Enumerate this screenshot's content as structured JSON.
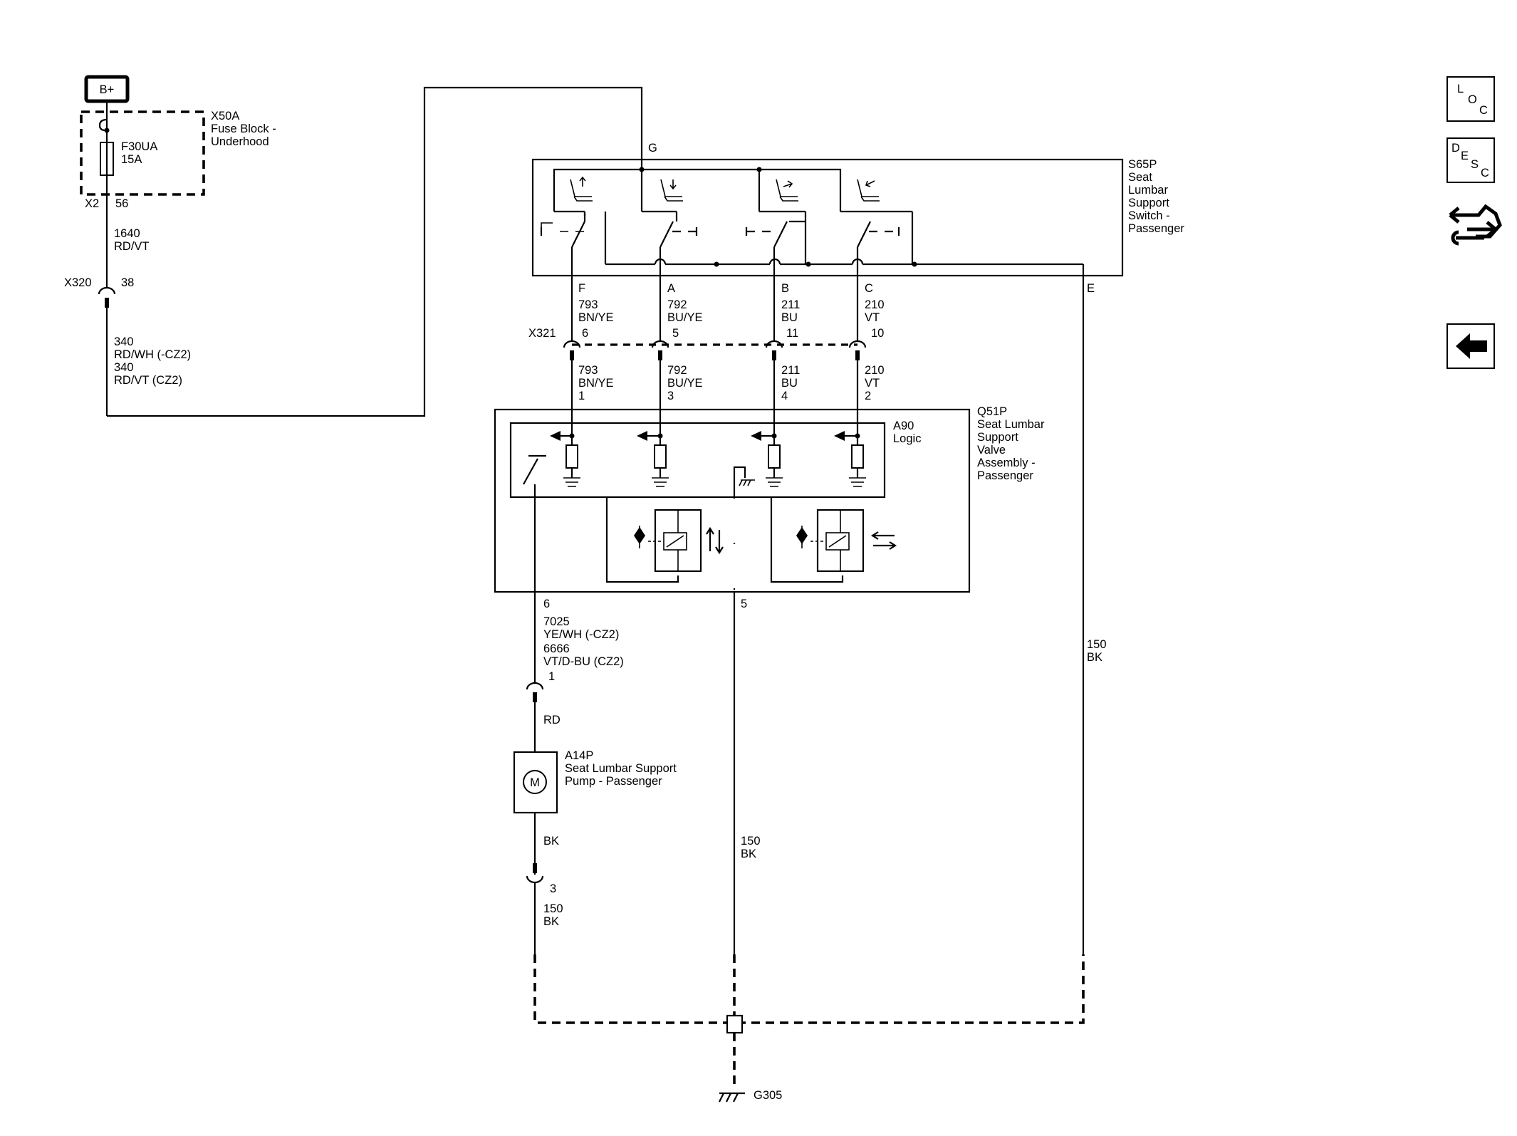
{
  "power": {
    "label": "B+"
  },
  "fuse_block": {
    "id": "X50A",
    "line1": "Fuse Block -",
    "line2": "Underhood",
    "fuse_id": "F30UA",
    "fuse_rating": "15A",
    "connector": "X2",
    "pin": "56"
  },
  "wire_1640": {
    "circuit": "1640",
    "color": "RD/VT"
  },
  "x320": {
    "id": "X320",
    "pin": "38"
  },
  "wire_340": {
    "line1": "340",
    "line2": "RD/WH (-CZ2)",
    "line3": "340",
    "line4": "RD/VT (CZ2)"
  },
  "switch": {
    "id": "S65P",
    "line1": "Seat",
    "line2": "Lumbar",
    "line3": "Support",
    "line4": "Switch -",
    "line5": "Passenger",
    "pin_g": "G",
    "pin_e": "E"
  },
  "switch_pins": [
    {
      "pin": "F",
      "circuit": "793",
      "color": "BN/YE",
      "x321_pin": "6",
      "valve_pin": "1"
    },
    {
      "pin": "A",
      "circuit": "792",
      "color": "BU/YE",
      "x321_pin": "5",
      "valve_pin": "3"
    },
    {
      "pin": "B",
      "circuit": "211",
      "color": "BU",
      "x321_pin": "11",
      "valve_pin": "4"
    },
    {
      "pin": "C",
      "circuit": "210",
      "color": "VT",
      "x321_pin": "10",
      "valve_pin": "2"
    }
  ],
  "x321": {
    "id": "X321"
  },
  "valve": {
    "id": "Q51P",
    "line1": "Seat Lumbar",
    "line2": "Support",
    "line3": "Valve",
    "line4": "Assembly -",
    "line5": "Passenger",
    "logic_id": "A90",
    "logic_label": "Logic",
    "pin_out": "6",
    "pin_gnd": "5"
  },
  "wire_7025": {
    "line1": "7025",
    "line2": "YE/WH (-CZ2)",
    "line3": "6666",
    "line4": "VT/D-BU (CZ2)",
    "pump_pin": "1",
    "pump_wire": "RD"
  },
  "pump": {
    "id": "A14P",
    "line1": "Seat Lumbar Support",
    "line2": "Pump - Passenger",
    "motor": "M",
    "out_wire": "BK",
    "pin": "3",
    "gnd_circuit": "150",
    "gnd_color": "BK"
  },
  "wire_150_valve": {
    "circuit": "150",
    "color": "BK"
  },
  "wire_150_switch": {
    "circuit": "150",
    "color": "BK"
  },
  "ground": {
    "id": "G305"
  },
  "nav": {
    "loc": [
      "L",
      "O",
      "C"
    ],
    "desc": [
      "D",
      "E",
      "S",
      "C"
    ]
  }
}
